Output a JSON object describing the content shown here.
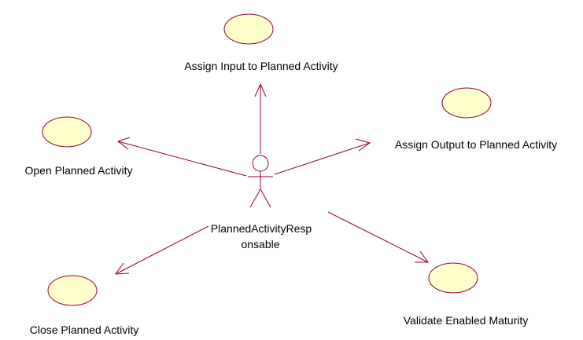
{
  "diagram": {
    "actor": {
      "name_line1": "PlannedActivityResp",
      "name_line2": "onsable"
    },
    "use_cases": {
      "assign_input": "Assign Input to Planned Activity",
      "assign_output": "Assign Output to Planned Activity",
      "open": "Open Planned Activity",
      "close": "Close Planned Activity",
      "validate": "Validate Enabled Maturity"
    },
    "colors": {
      "line": "#990033",
      "ellipse_fill": "#ffffcc",
      "background": "#ffffff"
    }
  }
}
